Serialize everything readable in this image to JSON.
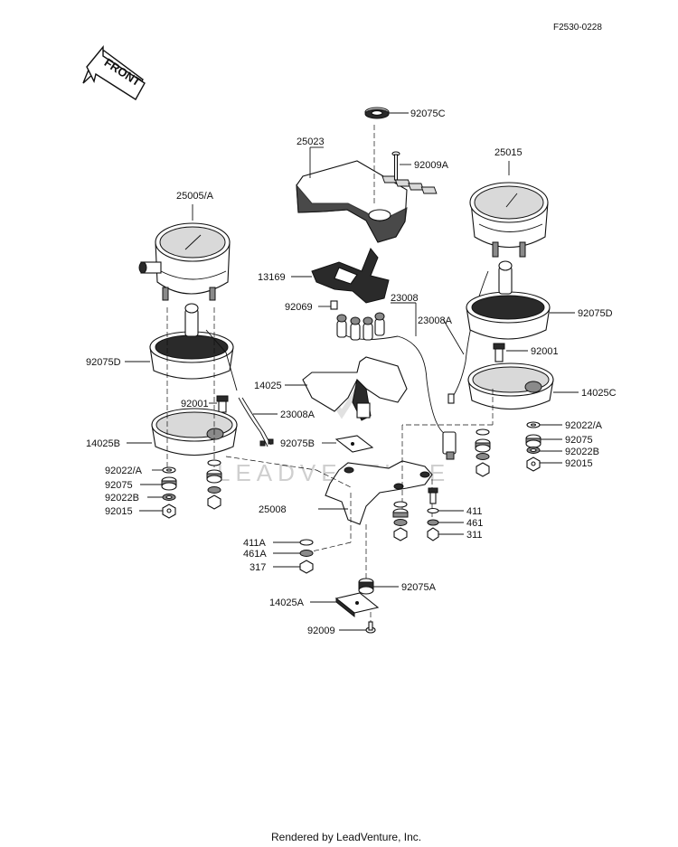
{
  "header": {
    "diagram_code": "F2530-0228"
  },
  "front_arrow": {
    "text": "FRONT"
  },
  "watermark": {
    "text": "LEADVENTURE"
  },
  "footer": {
    "credit": "Rendered by LeadVenture, Inc."
  },
  "labels": {
    "p92075C": "92075C",
    "p25023": "25023",
    "p92009A": "92009A",
    "p25015": "25015",
    "p25005A": "25005/A",
    "p13169": "13169",
    "p92069": "92069",
    "p23008": "23008",
    "p23008A_right": "23008A",
    "p92075D_right": "92075D",
    "p92075D_left": "92075D",
    "p92001_right": "92001",
    "p14025": "14025",
    "p14025C": "14025C",
    "p92001_left": "92001",
    "p23008A_left": "23008A",
    "p14025B": "14025B",
    "p92075B": "92075B",
    "p92022A_right": "92022/A",
    "p92075_right": "92075",
    "p92022B_right": "92022B",
    "p92015_right": "92015",
    "p92022A_left": "92022/A",
    "p92075_left": "92075",
    "p92022B_left": "92022B",
    "p92015_left": "92015",
    "p25008": "25008",
    "p411": "411",
    "p461": "461",
    "p311": "311",
    "p411A": "411A",
    "p461A": "461A",
    "p317": "317",
    "p92075A": "92075A",
    "p14025A": "14025A",
    "p92009": "92009"
  }
}
